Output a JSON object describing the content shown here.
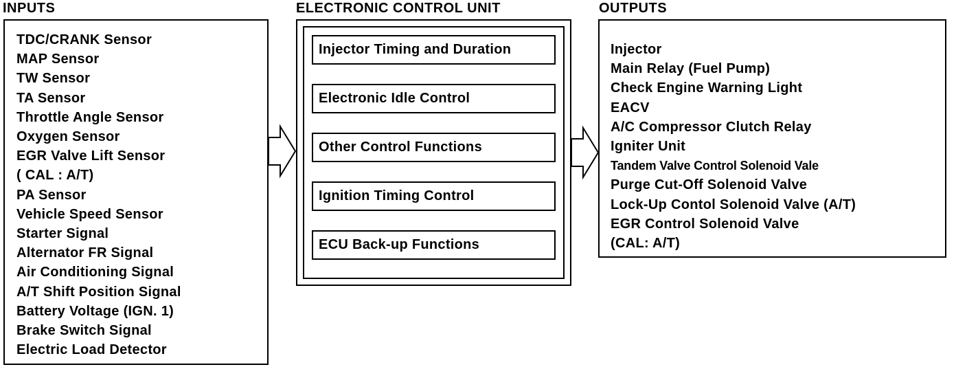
{
  "headings": {
    "inputs": "INPUTS",
    "ecu": "ELECTRONIC CONTROL UNIT",
    "outputs": "OUTPUTS"
  },
  "inputs": [
    "TDC/CRANK Sensor",
    "MAP Sensor",
    "TW Sensor",
    "TA Sensor",
    "Throttle Angle Sensor",
    "Oxygen Sensor",
    "EGR Valve Lift Sensor",
    "( CAL :  A/T)",
    "PA Sensor",
    "Vehicle Speed Sensor",
    "Starter Signal",
    "Alternator FR Signal",
    "Air Conditioning Signal",
    "A/T Shift Position Signal",
    "Battery Voltage (IGN. 1)",
    "Brake Switch Signal",
    "Electric Load Detector"
  ],
  "ecu_functions": [
    "Injector Timing and Duration",
    "Electronic Idle Control",
    "Other Control Functions",
    "Ignition Timing Control",
    "ECU Back-up Functions"
  ],
  "outputs": [
    "Injector",
    "Main Relay (Fuel Pump)",
    "Check Engine  Warning Light",
    "EACV",
    "A/C Compressor Clutch Relay",
    "Igniter Unit",
    "Tandem Valve Control Solenoid Vale",
    "Purge Cut-Off Solenoid Valve",
    "Lock-Up Contol Solenoid Valve (A/T)",
    "EGR Control Solenoid Valve",
    "(CAL: A/T)"
  ]
}
